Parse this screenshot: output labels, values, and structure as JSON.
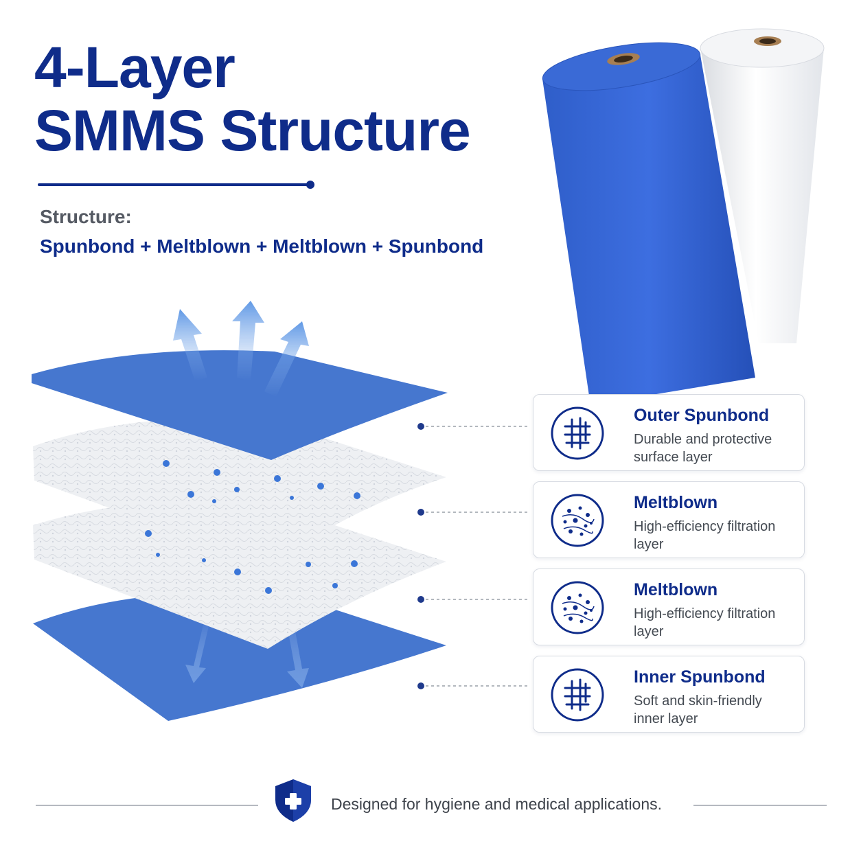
{
  "header": {
    "title_line1": "4-Layer",
    "title_line2": "SMMS Structure",
    "structure_label": "Structure:",
    "structure_value": "Spunbond + Meltblown + Meltblown + Spunbond"
  },
  "layers": [
    {
      "title": "Outer Spunbond",
      "description": "Durable and protective surface layer",
      "icon": "fiber-grid-icon"
    },
    {
      "title": "Meltblown",
      "description": "High-efficiency filtration layer",
      "icon": "particle-filter-icon"
    },
    {
      "title": "Meltblown",
      "description": "High-efficiency filtration layer",
      "icon": "particle-filter-icon"
    },
    {
      "title": "Inner Spunbond",
      "description": "Soft and skin-friendly inner layer",
      "icon": "fiber-grid-icon"
    }
  ],
  "footer": {
    "text": "Designed for hygiene and medical applications.",
    "icon": "medical-shield-icon"
  },
  "colors": {
    "brand_navy": "#0f2c8a",
    "fabric_blue": "#3f73cf",
    "fabric_white": "#eef0f3",
    "text_gray": "#555a63"
  }
}
